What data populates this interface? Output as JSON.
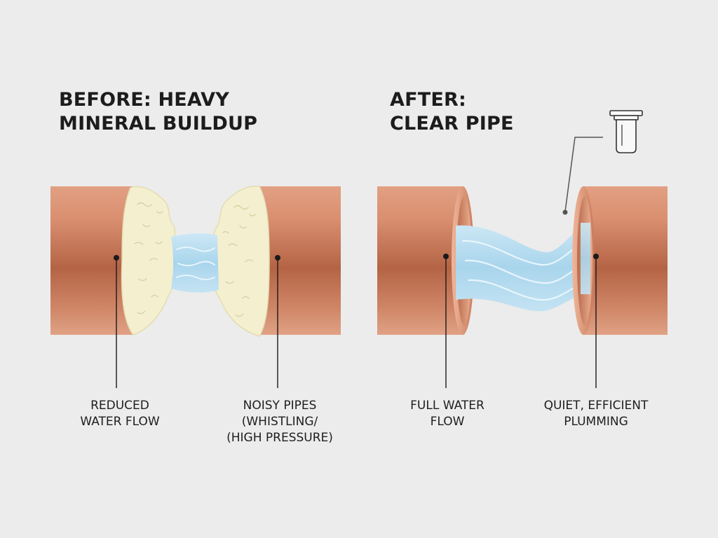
{
  "headings": {
    "before": {
      "line1": "BEFORE: HEAVY",
      "line2": "MINERAL BUILDUP"
    },
    "after": {
      "line1": "AFTER:",
      "line2": "CLEAR PIPE"
    }
  },
  "callouts": {
    "reduced_flow": {
      "line1": "REDUCED",
      "line2": "WATER FLOW"
    },
    "noisy_pipes": {
      "line1": "NOISY PIPES",
      "line2": "(WHISTLING/",
      "line3": "(HIGH PRESSURE)"
    },
    "full_flow": {
      "line1": "FULL WATER",
      "line2": "FLOW"
    },
    "quiet_plumbing": {
      "line1": "QUIET, EFFICIENT",
      "line2": "PLUMMING"
    }
  },
  "icons": {
    "filter": "water-filter-icon"
  },
  "colors": {
    "background": "#ececec",
    "copper_light": "#e6a487",
    "copper_mid": "#cf8566",
    "copper_dark": "#a9583c",
    "mineral": "#f3efcf",
    "water": "#b6dcef",
    "text": "#1c1c1c"
  }
}
